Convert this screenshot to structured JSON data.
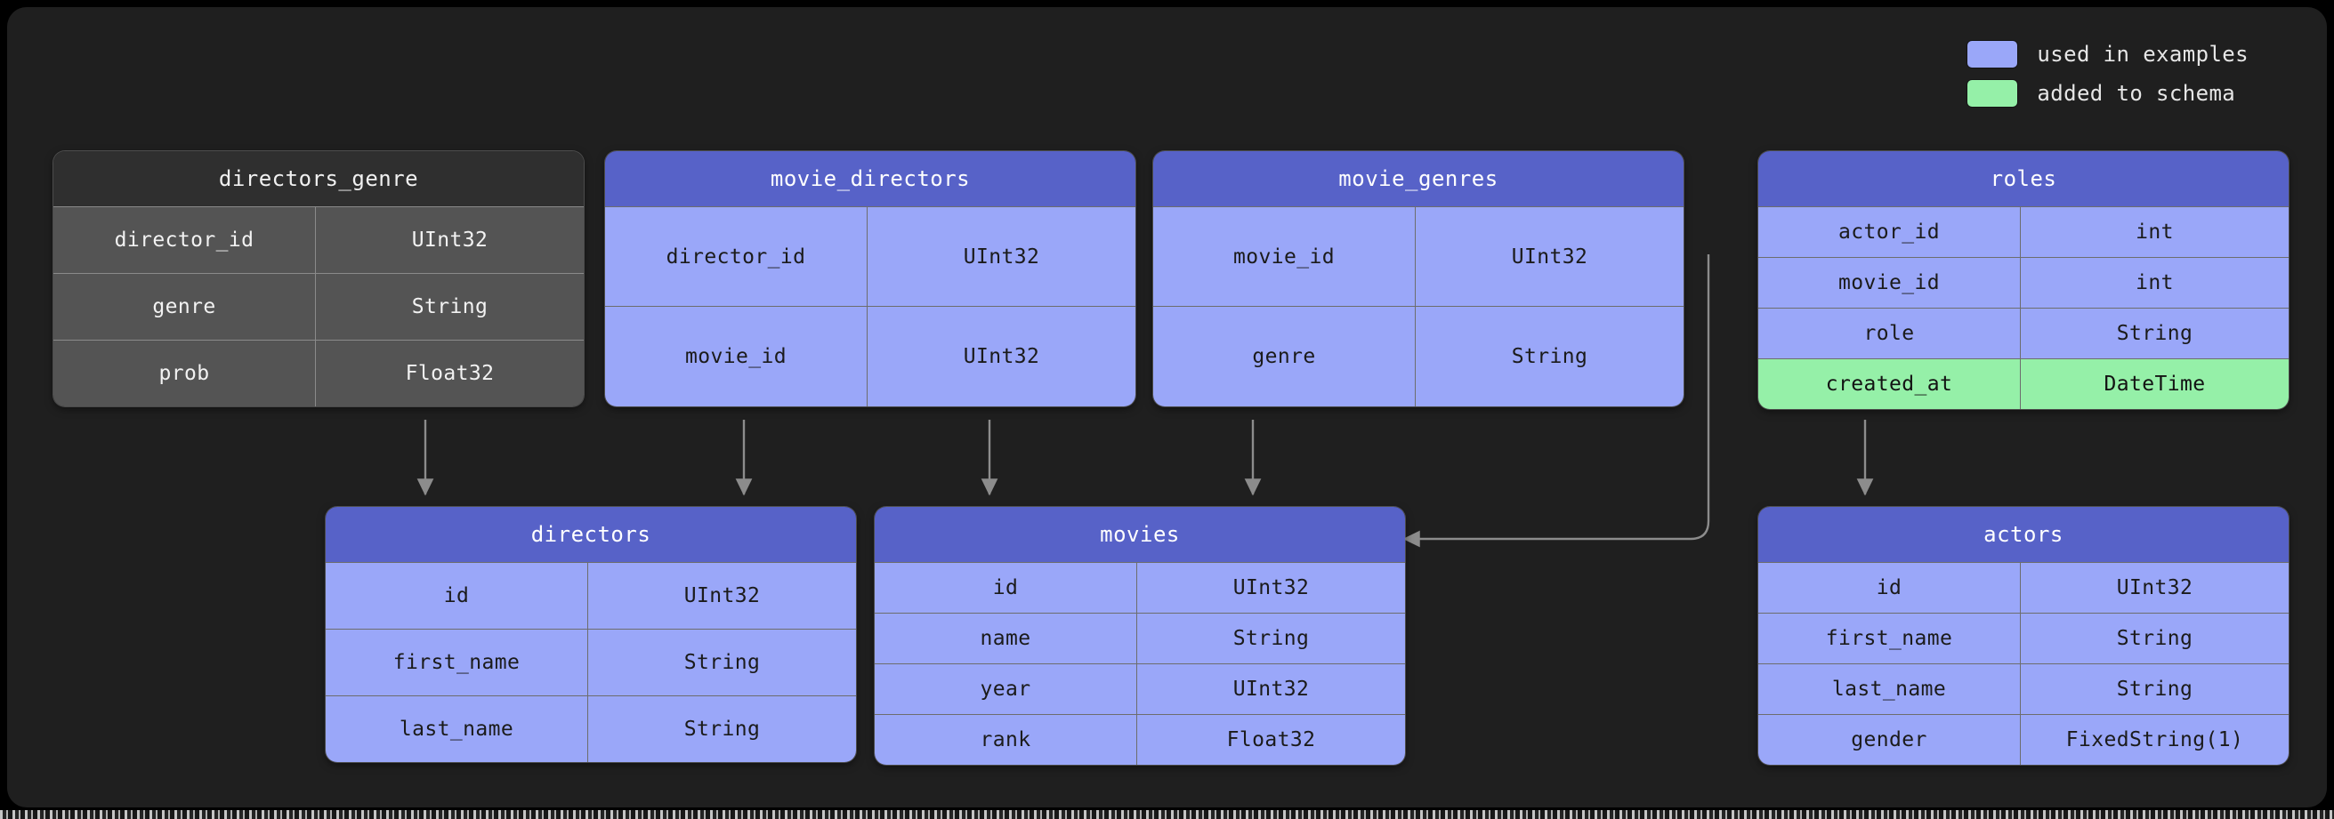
{
  "legend": {
    "items": [
      {
        "label": "used in examples",
        "color": "#9aa7f9",
        "swatch_icon": "blue-swatch"
      },
      {
        "label": "added to schema",
        "color": "#95f0a8",
        "swatch_icon": "green-swatch"
      }
    ]
  },
  "tables": {
    "directors_genre": {
      "title": "directors_genre",
      "theme": "gray",
      "rows": [
        {
          "name": "director_id",
          "type": "UInt32",
          "state": "normal"
        },
        {
          "name": "genre",
          "type": "String",
          "state": "normal"
        },
        {
          "name": "prob",
          "type": "Float32",
          "state": "normal"
        }
      ]
    },
    "movie_directors": {
      "title": "movie_directors",
      "theme": "blue",
      "rows": [
        {
          "name": "director_id",
          "type": "UInt32",
          "state": "normal"
        },
        {
          "name": "movie_id",
          "type": "UInt32",
          "state": "normal"
        }
      ]
    },
    "movie_genres": {
      "title": "movie_genres",
      "theme": "blue",
      "rows": [
        {
          "name": "movie_id",
          "type": "UInt32",
          "state": "normal"
        },
        {
          "name": "genre",
          "type": "String",
          "state": "normal"
        }
      ]
    },
    "roles": {
      "title": "roles",
      "theme": "blue",
      "rows": [
        {
          "name": "actor_id",
          "type": "int",
          "state": "normal"
        },
        {
          "name": "movie_id",
          "type": "int",
          "state": "normal"
        },
        {
          "name": "role",
          "type": "String",
          "state": "normal"
        },
        {
          "name": "created_at",
          "type": "DateTime",
          "state": "added"
        }
      ]
    },
    "directors": {
      "title": "directors",
      "theme": "blue",
      "rows": [
        {
          "name": "id",
          "type": "UInt32",
          "state": "normal"
        },
        {
          "name": "first_name",
          "type": "String",
          "state": "normal"
        },
        {
          "name": "last_name",
          "type": "String",
          "state": "normal"
        }
      ]
    },
    "movies": {
      "title": "movies",
      "theme": "blue",
      "rows": [
        {
          "name": "id",
          "type": "UInt32",
          "state": "normal"
        },
        {
          "name": "name",
          "type": "String",
          "state": "normal"
        },
        {
          "name": "year",
          "type": "UInt32",
          "state": "normal"
        },
        {
          "name": "rank",
          "type": "Float32",
          "state": "normal"
        }
      ]
    },
    "actors": {
      "title": "actors",
      "theme": "blue",
      "rows": [
        {
          "name": "id",
          "type": "UInt32",
          "state": "normal"
        },
        {
          "name": "first_name",
          "type": "String",
          "state": "normal"
        },
        {
          "name": "last_name",
          "type": "String",
          "state": "normal"
        },
        {
          "name": "gender",
          "type": "FixedString(1)",
          "state": "normal"
        }
      ]
    }
  },
  "relations": [
    {
      "from": "directors_genre",
      "to": "directors",
      "style": "vertical-arrow"
    },
    {
      "from": "movie_directors",
      "to": "directors",
      "style": "vertical-arrow"
    },
    {
      "from": "movie_directors",
      "to": "movies",
      "style": "vertical-arrow"
    },
    {
      "from": "movie_genres",
      "to": "movies",
      "style": "vertical-arrow"
    },
    {
      "from": "roles",
      "to": "movies",
      "style": "elbow-arrow"
    },
    {
      "from": "roles",
      "to": "actors",
      "style": "vertical-arrow"
    }
  ],
  "colors": {
    "canvas": "#1f1f1f",
    "blue_header": "#5762c8",
    "blue_body": "#9aa7f9",
    "green_body": "#95f0a8",
    "gray_header": "#2f2f2f",
    "gray_body": "#545454",
    "wire": "#8c8c8c"
  }
}
